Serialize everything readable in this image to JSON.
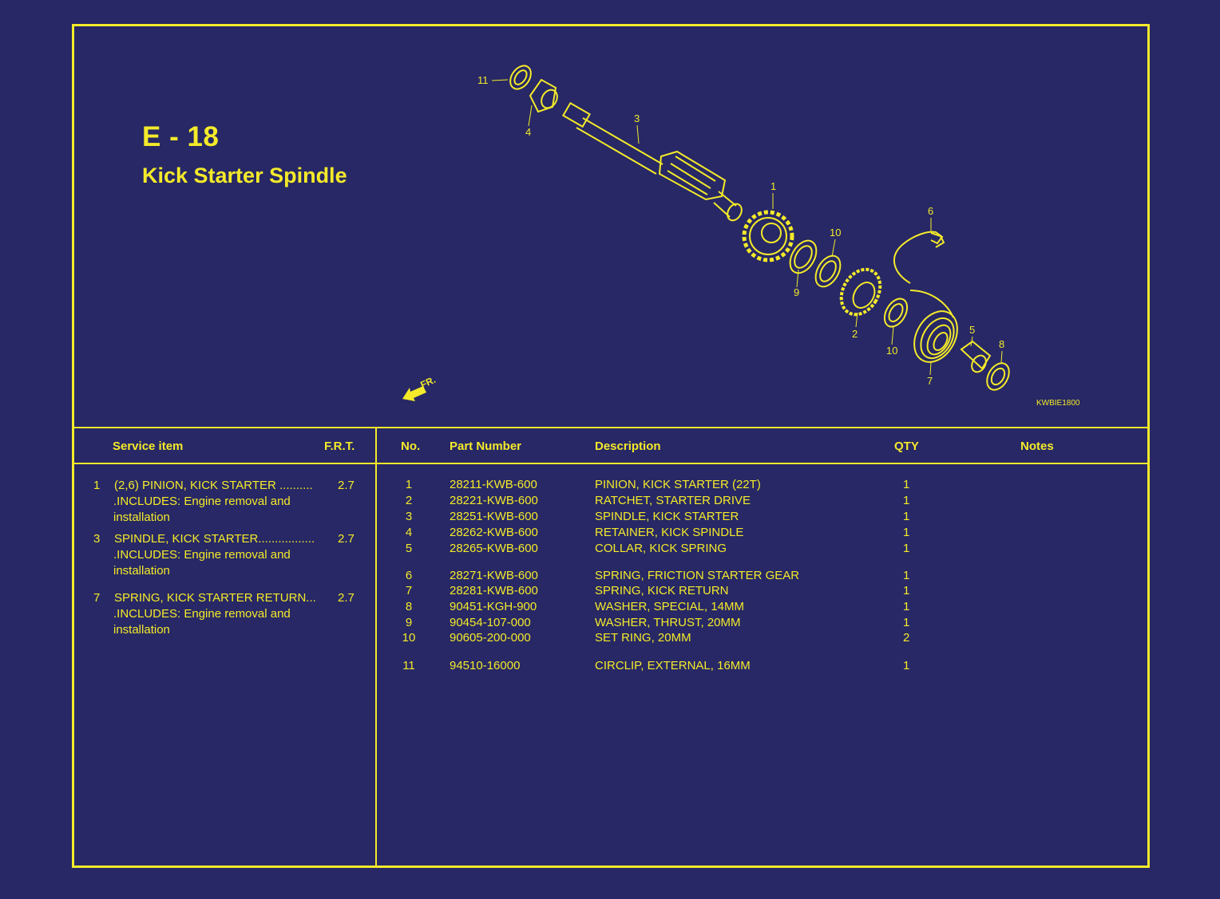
{
  "header": {
    "section_code": "E - 18",
    "section_title": "Kick Starter Spindle"
  },
  "diagram": {
    "fr_label": "FR.",
    "illustration_code": "KWBIE1800",
    "callouts": [
      "11",
      "4",
      "3",
      "1",
      "10",
      "9",
      "2",
      "6",
      "10",
      "7",
      "5",
      "8"
    ]
  },
  "colors": {
    "background": "#272865",
    "accent": "#f4ea2a"
  },
  "service": {
    "headers": {
      "item": "Service item",
      "frt": "F.R.T."
    },
    "items": [
      {
        "num": "1",
        "text": "(2,6)  PINION, KICK STARTER ..........",
        "frt": "2.7",
        "includes": ".INCLUDES: Engine removal and installation"
      },
      {
        "num": "3",
        "text": "SPINDLE, KICK STARTER.................",
        "frt": "2.7",
        "includes": ".INCLUDES: Engine removal and installation"
      },
      {
        "num": "7",
        "text": "SPRING, KICK STARTER RETURN...",
        "frt": "2.7",
        "includes": ".INCLUDES: Engine removal and installation"
      }
    ]
  },
  "parts": {
    "headers": {
      "no": "No.",
      "part_number": "Part Number",
      "description": "Description",
      "qty": "QTY",
      "notes": "Notes"
    },
    "rows": [
      {
        "no": "1",
        "part": "28211-KWB-600",
        "desc": "PINION, KICK STARTER (22T)",
        "qty": "1"
      },
      {
        "no": "2",
        "part": "28221-KWB-600",
        "desc": "RATCHET, STARTER DRIVE",
        "qty": "1"
      },
      {
        "no": "3",
        "part": "28251-KWB-600",
        "desc": "SPINDLE, KICK STARTER",
        "qty": "1"
      },
      {
        "no": "4",
        "part": "28262-KWB-600",
        "desc": "RETAINER, KICK SPINDLE",
        "qty": "1"
      },
      {
        "no": "5",
        "part": "28265-KWB-600",
        "desc": "COLLAR, KICK SPRING",
        "qty": "1"
      },
      {
        "no": "6",
        "part": "28271-KWB-600",
        "desc": "SPRING, FRICTION STARTER GEAR",
        "qty": "1"
      },
      {
        "no": "7",
        "part": "28281-KWB-600",
        "desc": "SPRING, KICK RETURN",
        "qty": "1"
      },
      {
        "no": "8",
        "part": "90451-KGH-900",
        "desc": "WASHER, SPECIAL, 14MM",
        "qty": "1"
      },
      {
        "no": "9",
        "part": "90454-107-000",
        "desc": "WASHER, THRUST, 20MM",
        "qty": "1"
      },
      {
        "no": "10",
        "part": "90605-200-000",
        "desc": "SET RING, 20MM",
        "qty": "2"
      },
      {
        "no": "11",
        "part": "94510-16000",
        "desc": "CIRCLIP, EXTERNAL, 16MM",
        "qty": "1"
      }
    ]
  }
}
